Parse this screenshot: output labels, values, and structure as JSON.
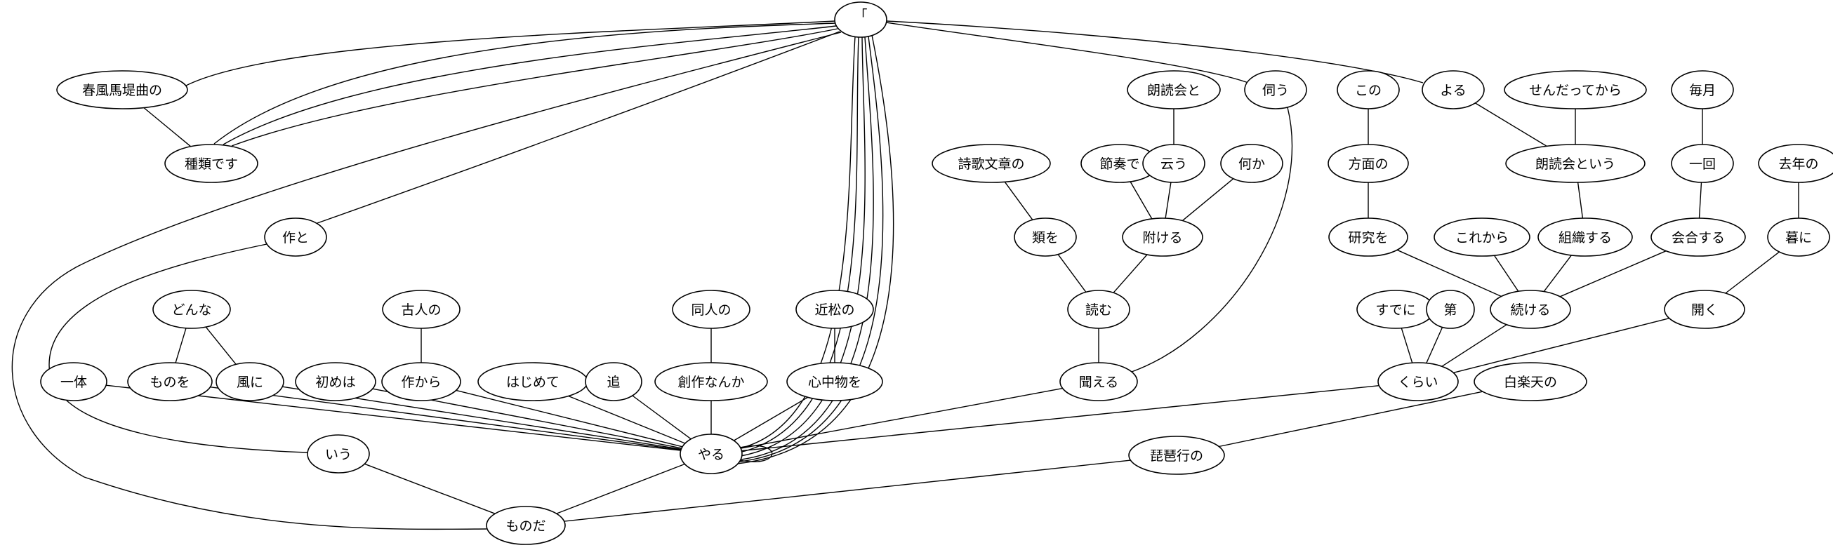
{
  "diagram": {
    "type": "dependency-graph",
    "stroke_color": "#000000",
    "fill_color": "#ffffff",
    "nodes": [
      {
        "id": "root",
        "label": "「"
      },
      {
        "id": "shunpu",
        "label": "春風馬堤曲の"
      },
      {
        "id": "shurui",
        "label": "種類です"
      },
      {
        "id": "saku_to",
        "label": "作と"
      },
      {
        "id": "dou",
        "label": "どんな"
      },
      {
        "id": "ittai",
        "label": "一体"
      },
      {
        "id": "monowo",
        "label": "ものを"
      },
      {
        "id": "kaze",
        "label": "風に"
      },
      {
        "id": "hajimewa",
        "label": "初めは"
      },
      {
        "id": "kojin",
        "label": "古人の"
      },
      {
        "id": "sakukara",
        "label": "作から"
      },
      {
        "id": "hajimete",
        "label": "はじめて"
      },
      {
        "id": "tsui",
        "label": "追"
      },
      {
        "id": "dojin",
        "label": "同人の"
      },
      {
        "id": "sousaku",
        "label": "創作なんか"
      },
      {
        "id": "chikamatsu",
        "label": "近松の"
      },
      {
        "id": "shinju",
        "label": "心中物を"
      },
      {
        "id": "yaru",
        "label": "やる"
      },
      {
        "id": "iu",
        "label": "いう"
      },
      {
        "id": "monoda",
        "label": "ものだ"
      },
      {
        "id": "shiika",
        "label": "詩歌文章の"
      },
      {
        "id": "rui",
        "label": "類を"
      },
      {
        "id": "yomu",
        "label": "読む"
      },
      {
        "id": "kikoeru",
        "label": "聞える"
      },
      {
        "id": "setsu",
        "label": "節奏で"
      },
      {
        "id": "rodokai_to",
        "label": "朗読会と"
      },
      {
        "id": "iu2",
        "label": "云う"
      },
      {
        "id": "nanika",
        "label": "何か"
      },
      {
        "id": "tsukeru",
        "label": "附ける"
      },
      {
        "id": "ukagau",
        "label": "伺う"
      },
      {
        "id": "kono",
        "label": "この"
      },
      {
        "id": "houmen",
        "label": "方面の"
      },
      {
        "id": "kenkyu",
        "label": "研究を"
      },
      {
        "id": "yoru",
        "label": "よる"
      },
      {
        "id": "sendatte",
        "label": "せんだってから"
      },
      {
        "id": "rodokai_iu",
        "label": "朗読会という"
      },
      {
        "id": "korekara",
        "label": "これから"
      },
      {
        "id": "soshiki",
        "label": "組織する"
      },
      {
        "id": "tsuzukeru",
        "label": "続ける"
      },
      {
        "id": "sudeni",
        "label": "すでに"
      },
      {
        "id": "dai",
        "label": "第"
      },
      {
        "id": "kurai",
        "label": "くらい"
      },
      {
        "id": "maitsuki",
        "label": "毎月"
      },
      {
        "id": "ikkai",
        "label": "一回"
      },
      {
        "id": "kaigo",
        "label": "会合する"
      },
      {
        "id": "kyonen",
        "label": "去年の"
      },
      {
        "id": "kure",
        "label": "暮に"
      },
      {
        "id": "hiraku",
        "label": "開く"
      },
      {
        "id": "hakurakuten",
        "label": "白楽天の"
      },
      {
        "id": "biwa",
        "label": "琵琶行の"
      }
    ],
    "edges": [
      [
        "root",
        "shunpu"
      ],
      [
        "root",
        "shurui"
      ],
      [
        "root",
        "shurui"
      ],
      [
        "root",
        "shurui"
      ],
      [
        "root",
        "shurui"
      ],
      [
        "shunpu",
        "shurui"
      ],
      [
        "root",
        "saku_to"
      ],
      [
        "root",
        "monoda"
      ],
      [
        "saku_to",
        "iu"
      ],
      [
        "root",
        "ukagau"
      ],
      [
        "root",
        "yoru"
      ],
      [
        "root",
        "yaru"
      ],
      [
        "root",
        "yaru"
      ],
      [
        "root",
        "yaru"
      ],
      [
        "root",
        "yaru"
      ],
      [
        "root",
        "yaru"
      ],
      [
        "root",
        "yaru"
      ],
      [
        "dou",
        "monowo"
      ],
      [
        "dou",
        "kaze"
      ],
      [
        "ittai",
        "yaru"
      ],
      [
        "monowo",
        "yaru"
      ],
      [
        "kaze",
        "yaru"
      ],
      [
        "hajimewa",
        "yaru"
      ],
      [
        "kojin",
        "sakukara"
      ],
      [
        "sakukara",
        "yaru"
      ],
      [
        "hajimete",
        "yaru"
      ],
      [
        "tsui",
        "yaru"
      ],
      [
        "dojin",
        "sousaku"
      ],
      [
        "sousaku",
        "yaru"
      ],
      [
        "chikamatsu",
        "shinju"
      ],
      [
        "shinju",
        "yaru"
      ],
      [
        "yaru",
        "yaru"
      ],
      [
        "kikoeru",
        "yaru"
      ],
      [
        "kurai",
        "yaru"
      ],
      [
        "yaru",
        "monoda"
      ],
      [
        "iu",
        "monoda"
      ],
      [
        "biwa",
        "monoda"
      ],
      [
        "hakurakuten",
        "biwa"
      ],
      [
        "shiika",
        "rui"
      ],
      [
        "rui",
        "yomu"
      ],
      [
        "yomu",
        "kikoeru"
      ],
      [
        "tsukeru",
        "yomu"
      ],
      [
        "setsu",
        "tsukeru"
      ],
      [
        "iu2",
        "tsukeru"
      ],
      [
        "nanika",
        "tsukeru"
      ],
      [
        "rodokai_to",
        "iu2"
      ],
      [
        "ukagau",
        "kikoeru"
      ],
      [
        "kono",
        "houmen"
      ],
      [
        "houmen",
        "kenkyu"
      ],
      [
        "kenkyu",
        "tsuzukeru"
      ],
      [
        "yoru",
        "rodokai_iu"
      ],
      [
        "sendatte",
        "rodokai_iu"
      ],
      [
        "rodokai_iu",
        "soshiki"
      ],
      [
        "soshiki",
        "tsuzukeru"
      ],
      [
        "korekara",
        "tsuzukeru"
      ],
      [
        "tsuzukeru",
        "kurai"
      ],
      [
        "sudeni",
        "kurai"
      ],
      [
        "dai",
        "kurai"
      ],
      [
        "maitsuki",
        "ikkai"
      ],
      [
        "ikkai",
        "kaigo"
      ],
      [
        "kaigo",
        "tsuzukeru"
      ],
      [
        "kyonen",
        "kure"
      ],
      [
        "kure",
        "hiraku"
      ],
      [
        "hiraku",
        "kurai"
      ]
    ]
  }
}
